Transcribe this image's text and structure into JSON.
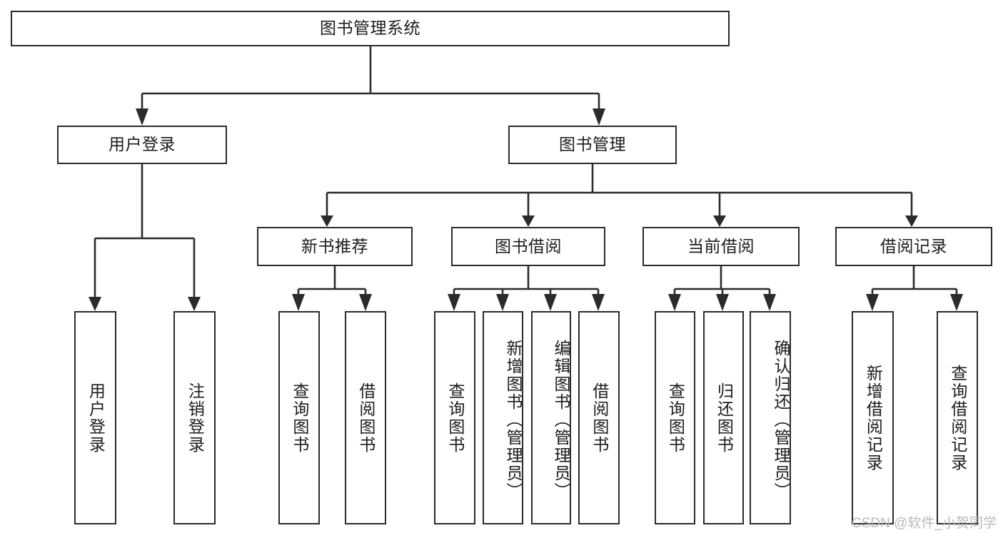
{
  "diagram": {
    "title": "图书管理系统",
    "type": "tree-hierarchy-diagram",
    "colors": {
      "stroke": "#2b2b2b",
      "fill": "#ffffff",
      "text": "#1c1c1c",
      "watermark": "#b9b9b9"
    },
    "nodes": {
      "root": {
        "label": "图书管理系统",
        "orientation": "horizontal"
      },
      "level2": [
        {
          "label": "用户登录",
          "orientation": "horizontal"
        },
        {
          "label": "图书管理",
          "orientation": "horizontal"
        }
      ],
      "level3": [
        {
          "label": "新书推荐",
          "orientation": "horizontal"
        },
        {
          "label": "图书借阅",
          "orientation": "horizontal"
        },
        {
          "label": "当前借阅",
          "orientation": "horizontal"
        },
        {
          "label": "借阅记录",
          "orientation": "horizontal"
        }
      ],
      "leaves": {
        "user_login": [
          {
            "label": "用户登录",
            "orientation": "vertical"
          },
          {
            "label": "注销登录",
            "orientation": "vertical"
          }
        ],
        "new_book_recommend": [
          {
            "label": "查询图书",
            "orientation": "vertical"
          },
          {
            "label": "借阅图书",
            "orientation": "vertical"
          }
        ],
        "book_borrow": [
          {
            "label": "查询图书",
            "orientation": "vertical"
          },
          {
            "label": "新增图书（管理员）",
            "orientation": "vertical"
          },
          {
            "label": "编辑图书（管理员）",
            "orientation": "vertical"
          },
          {
            "label": "借阅图书",
            "orientation": "vertical"
          }
        ],
        "current_borrow": [
          {
            "label": "查询图书",
            "orientation": "vertical"
          },
          {
            "label": "归还图书",
            "orientation": "vertical"
          },
          {
            "label": "确认归还（管理员）",
            "orientation": "vertical"
          }
        ],
        "borrow_record": [
          {
            "label": "新增借阅记录",
            "orientation": "vertical"
          },
          {
            "label": "查询借阅记录",
            "orientation": "vertical"
          }
        ]
      }
    },
    "watermark": "CSDN @软件_小贺同学"
  }
}
